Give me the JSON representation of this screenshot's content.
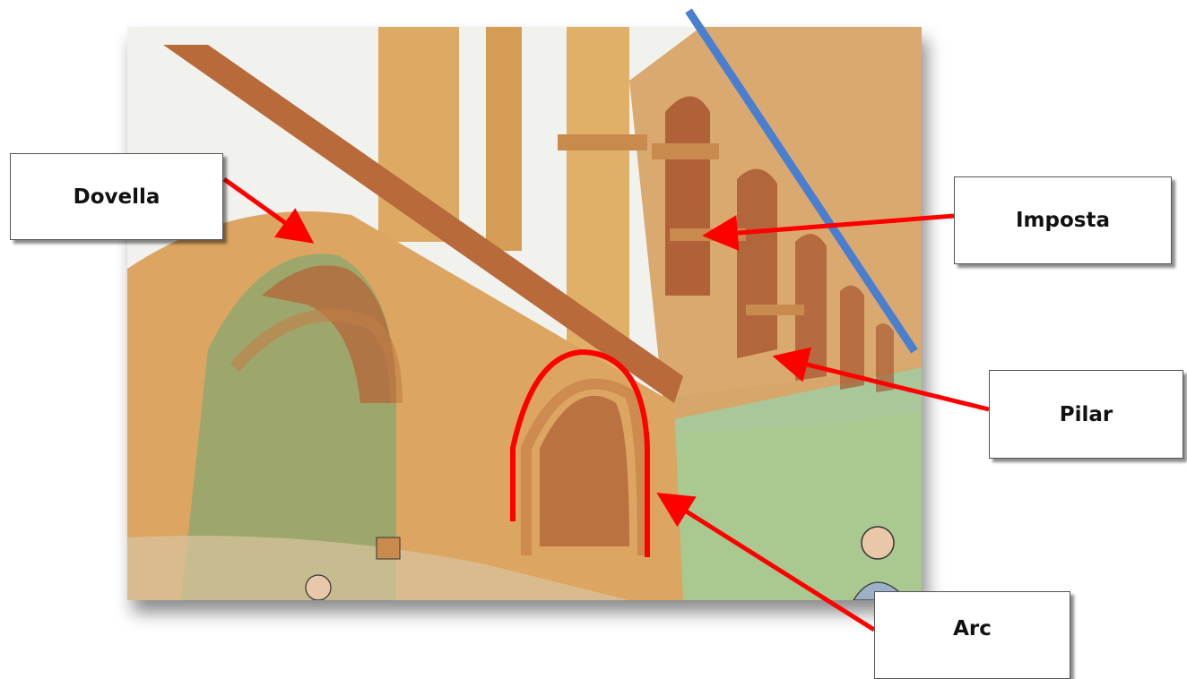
{
  "labels": {
    "dovella": "Dovella",
    "imposta": "Imposta",
    "pilar": "Pilar",
    "arc": "Arc"
  },
  "colors": {
    "annotation_arrows": "#ff0000",
    "slope_line": "#4a7fcf",
    "stone": "#d9a05a",
    "stone_dark": "#b86a3a",
    "grass": "#8fb77a",
    "sky": "#eef2f4"
  }
}
